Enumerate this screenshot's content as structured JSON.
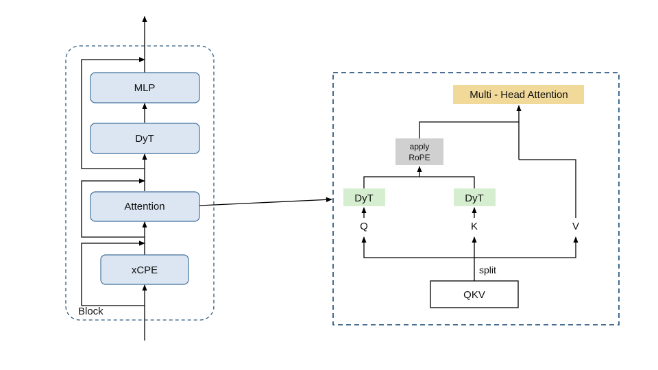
{
  "block": {
    "label": "Block",
    "nodes": {
      "mlp": "MLP",
      "dyt": "DyT",
      "attention": "Attention",
      "xcpe": "xCPE"
    }
  },
  "attention_detail": {
    "mha": "Multi - Head Attention",
    "rope_line1": "apply",
    "rope_line2": "RoPE",
    "dyt_q": "DyT",
    "dyt_k": "DyT",
    "q": "Q",
    "k": "K",
    "v": "V",
    "split": "split",
    "qkv": "QKV"
  },
  "colors": {
    "block_fill": "#dce6f2",
    "block_stroke": "#41719c",
    "dashed_border": "#2e5b82",
    "mha_fill": "#f1d99a",
    "rope_fill": "#d0d0d0",
    "dyt_fill": "#d5eed0",
    "line": "#000000"
  }
}
